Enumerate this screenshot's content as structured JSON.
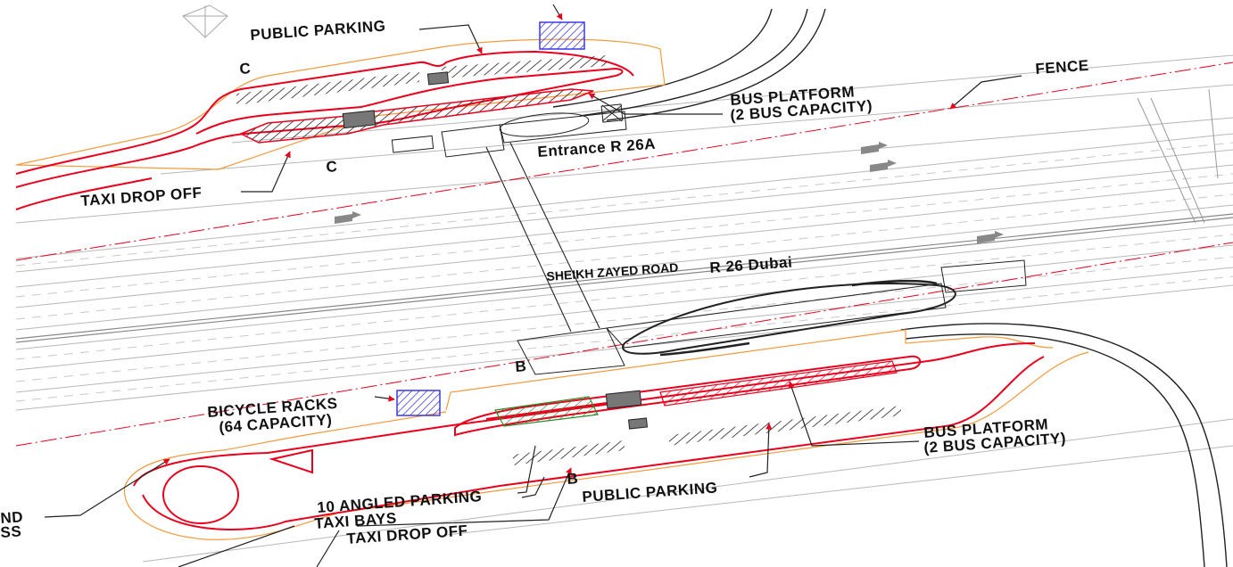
{
  "labels": {
    "public_parking_top": "PUBLIC PARKING",
    "c_top": "C",
    "c_bottom": "C",
    "fence": "FENCE",
    "bus_platform_top_1": "BUS PLATFORM",
    "bus_platform_top_2": "(2 BUS CAPACITY)",
    "entrance": "Entrance R 26A",
    "taxi_drop_off_top": "TAXI DROP OFF",
    "road_name": "SHEIKH ZAYED ROAD",
    "station": "R 26 Dubai",
    "b_top": "B",
    "b_bottom": "B",
    "bicycle_racks_1": "BICYCLE RACKS",
    "bicycle_racks_2": "(64 CAPACITY)",
    "bus_platform_bottom_1": "BUS PLATFORM",
    "bus_platform_bottom_2": "(2 BUS CAPACITY)",
    "public_parking_bottom": "PUBLIC PARKING",
    "angled_parking": "10 ANGLED PARKING",
    "taxi_bays": "TAXI BAYS",
    "taxi_drop_off_bottom": "TAXI DROP OFF",
    "cut_label_1": "ND",
    "cut_label_2": "SS"
  },
  "colors": {
    "kerb": "#e8001c",
    "boundary": "#f39a3c",
    "lines": "#222222",
    "rack_fill": "#3a3ae0",
    "green_hatch": "#2a8a2a"
  }
}
